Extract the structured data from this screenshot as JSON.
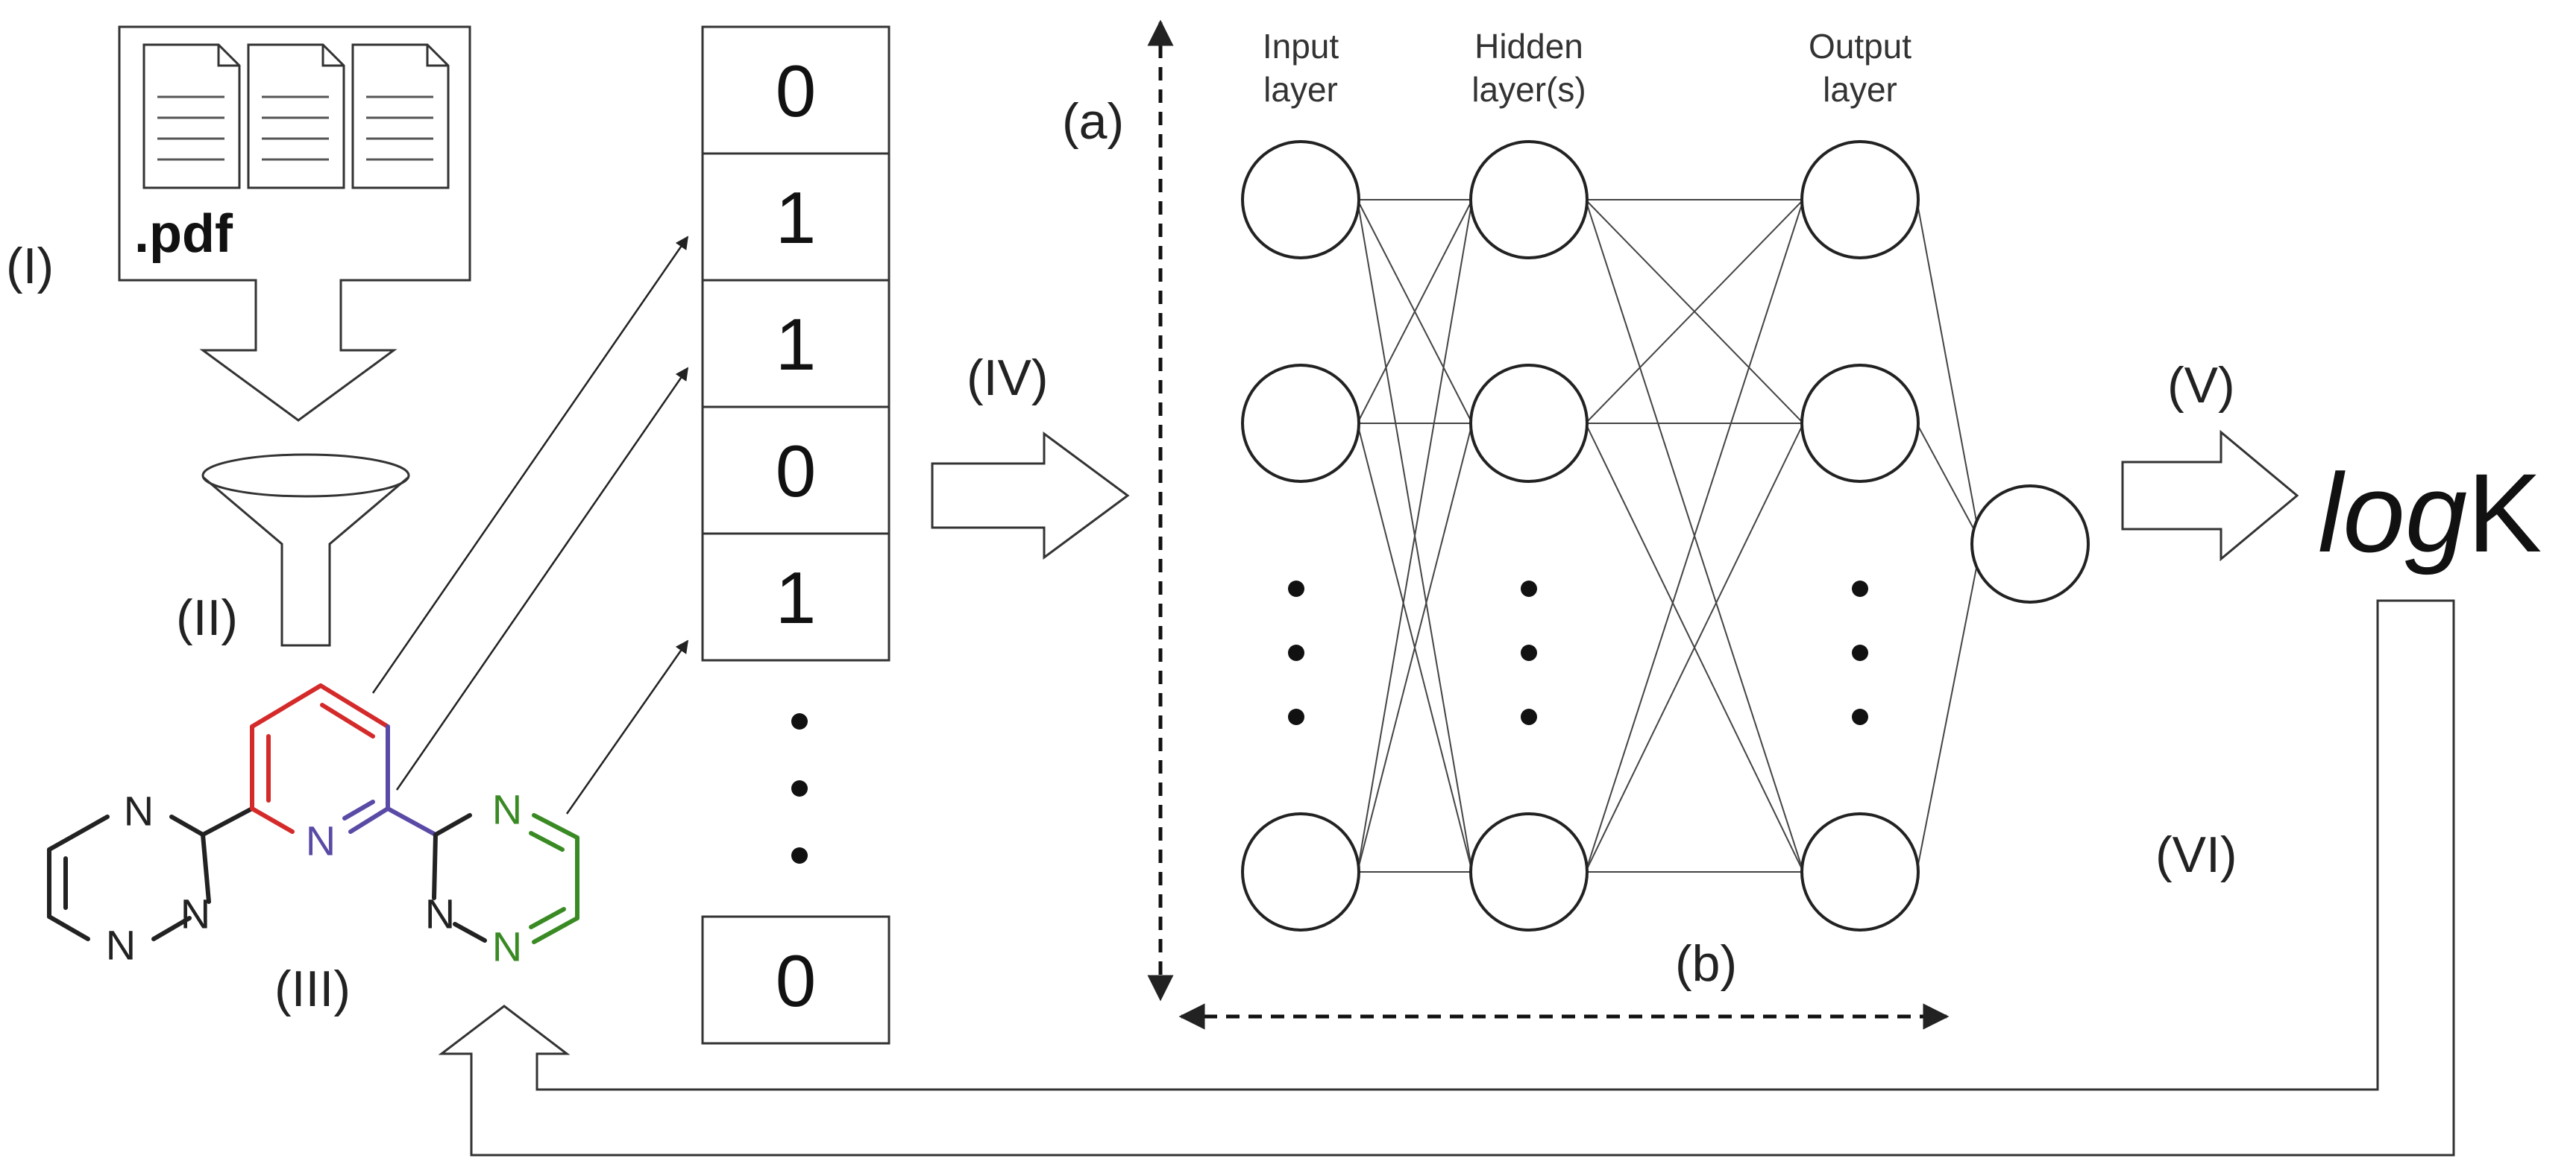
{
  "document": {
    "label": ".pdf"
  },
  "steps": {
    "i": "(I)",
    "ii": "(II)",
    "iii": "(III)",
    "iv": "(IV)",
    "v": "(V)",
    "vi": "(VI)"
  },
  "dims": {
    "a": "(a)",
    "b": "(b)"
  },
  "fingerprint": {
    "bits": [
      {
        "value": "0",
        "color": "#111111"
      },
      {
        "value": "1",
        "color": "#d42a2a"
      },
      {
        "value": "1",
        "color": "#5a4aa6"
      },
      {
        "value": "0",
        "color": "#111111"
      },
      {
        "value": "1",
        "color": "#3a8a24"
      }
    ],
    "last_bit": "0"
  },
  "network": {
    "input_label": [
      "Input",
      "layer"
    ],
    "hidden_label": [
      "Hidden",
      "layer(s)"
    ],
    "output_label": [
      "Output",
      "layer"
    ]
  },
  "result": {
    "log": "log",
    "k": "K"
  },
  "molecule": {
    "atom_symbol": "N",
    "colors": {
      "pyridine": "#d42a2a",
      "linker": "#5a4aa6",
      "triazine": "#3a8a24"
    }
  }
}
